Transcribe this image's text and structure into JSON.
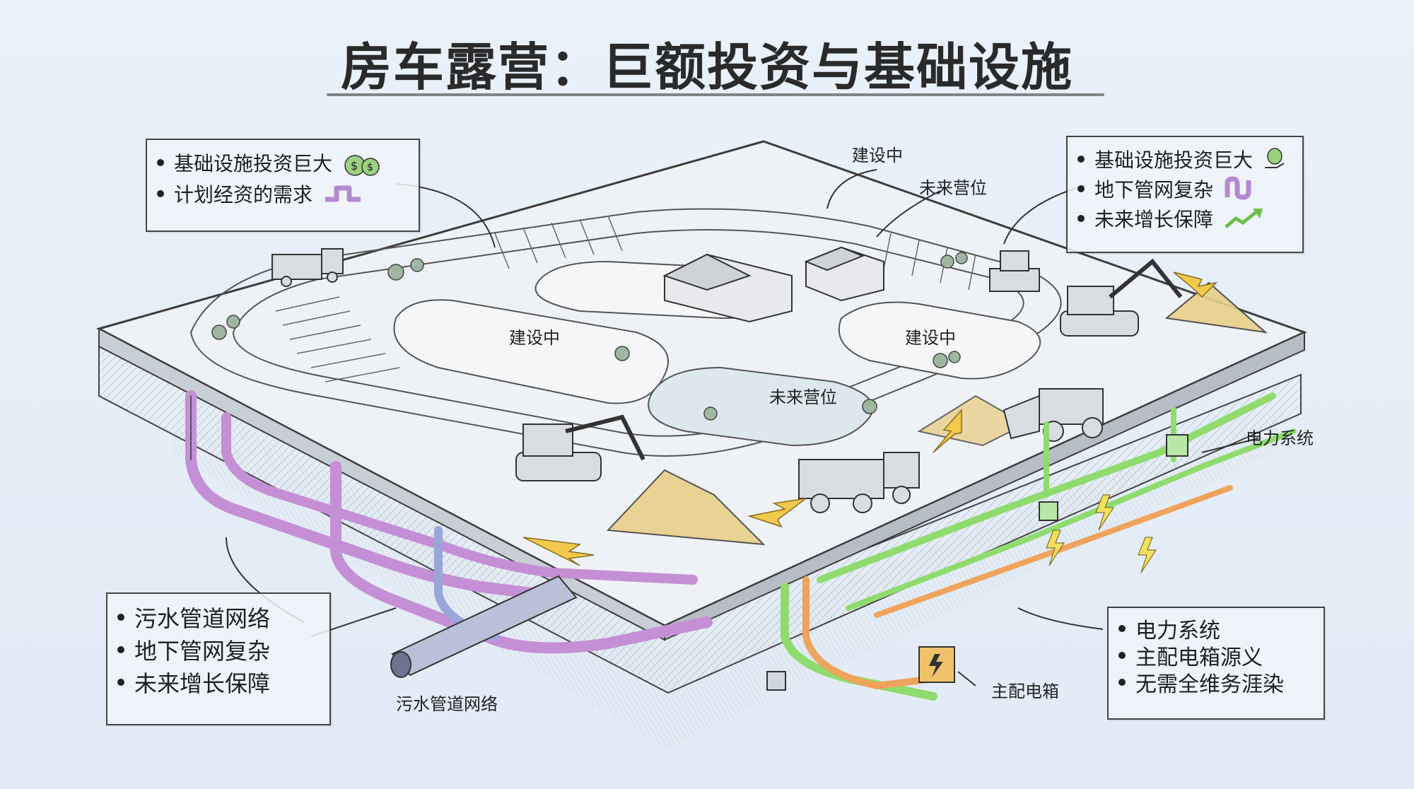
{
  "title": "房车露营：巨额投资与基础设施",
  "notes": {
    "top_left": [
      {
        "text": "基础设施投资巨大",
        "icon": "money-bag-icon"
      },
      {
        "text": "计划经资的需求",
        "icon": "pipe-icon"
      }
    ],
    "top_right": [
      {
        "text": "基础设施投资巨大",
        "icon": "money-hand-icon"
      },
      {
        "text": "地下管网复杂",
        "icon": "pipe-icon"
      },
      {
        "text": "未来增长保障",
        "icon": "growth-arrow-icon"
      }
    ],
    "bottom_left": [
      {
        "text": "污水管道网络"
      },
      {
        "text": "地下管网复杂"
      },
      {
        "text": "未来增长保障"
      }
    ],
    "bottom_right": [
      {
        "text": "电力系统"
      },
      {
        "text": "主配电箱源义"
      },
      {
        "text": "无需全维务涯染"
      }
    ]
  },
  "labels": {
    "top_construction": "建设中",
    "top_future_site": "未来营位",
    "left_construction": "建设中",
    "right_construction": "建设中",
    "center_future_site": "未来营位",
    "power_system": "电力系统",
    "main_panel": "主配电箱",
    "sewer_network": "污水管道网络"
  },
  "colors": {
    "background": "#e6eef7",
    "sewer_pipe": "#c58fd6",
    "water_pipe": "#9aa6d8",
    "power_green": "#8fdb6e",
    "power_orange": "#f0a35c",
    "dirt": "#e8cf8a"
  }
}
